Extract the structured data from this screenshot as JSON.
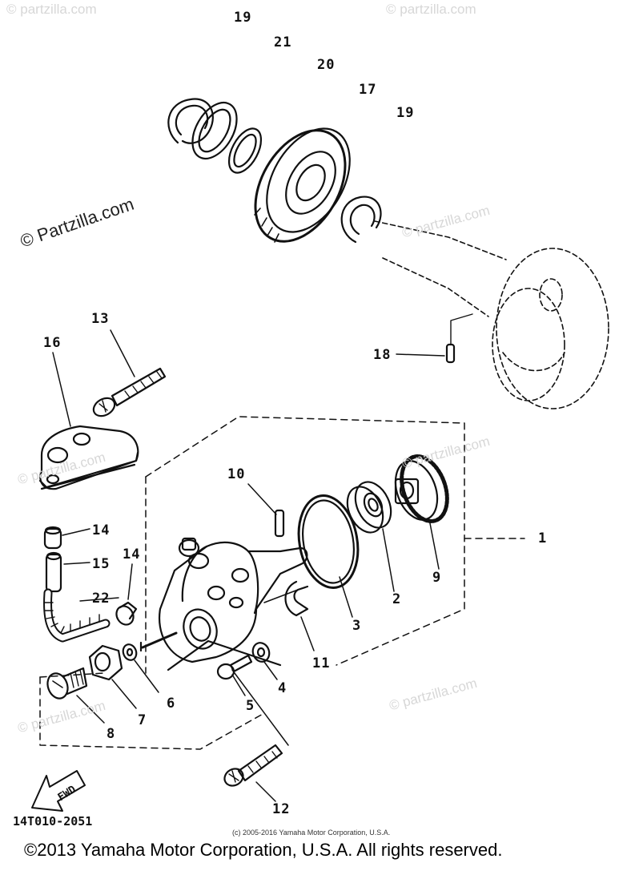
{
  "diagram": {
    "callouts": [
      {
        "id": "c19a",
        "text": "19"
      },
      {
        "id": "c21",
        "text": "21"
      },
      {
        "id": "c20",
        "text": "20"
      },
      {
        "id": "c17",
        "text": "17"
      },
      {
        "id": "c19b",
        "text": "19"
      },
      {
        "id": "c18",
        "text": "18"
      },
      {
        "id": "c13",
        "text": "13"
      },
      {
        "id": "c16",
        "text": "16"
      },
      {
        "id": "c10",
        "text": "10"
      },
      {
        "id": "c1",
        "text": "1"
      },
      {
        "id": "c14a",
        "text": "14"
      },
      {
        "id": "c15",
        "text": "15"
      },
      {
        "id": "c14b",
        "text": "14"
      },
      {
        "id": "c22",
        "text": "22"
      },
      {
        "id": "c9",
        "text": "9"
      },
      {
        "id": "c2",
        "text": "2"
      },
      {
        "id": "c3",
        "text": "3"
      },
      {
        "id": "c11",
        "text": "11"
      },
      {
        "id": "c4",
        "text": "4"
      },
      {
        "id": "c5",
        "text": "5"
      },
      {
        "id": "c6",
        "text": "6"
      },
      {
        "id": "c7",
        "text": "7"
      },
      {
        "id": "c8",
        "text": "8"
      },
      {
        "id": "c12",
        "text": "12"
      }
    ],
    "fwd_label": "FWD",
    "diagram_code": "14T010-2051"
  },
  "watermarks": {
    "partzilla": "© Partzilla.com",
    "partzilla_lower": "© partzilla.com"
  },
  "footer": {
    "small_copyright": "(c) 2005-2016 Yamaha Motor Corporation, U.S.A.",
    "main_copyright": "©2013 Yamaha Motor Corporation, U.S.A. All rights reserved."
  }
}
